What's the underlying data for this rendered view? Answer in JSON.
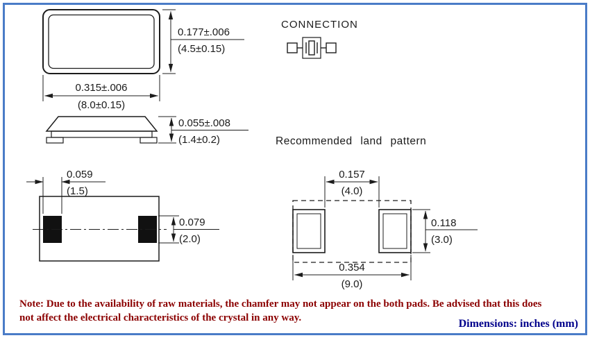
{
  "colors": {
    "border_blue": "#4a7cc7",
    "line_black": "#1c1c1c",
    "note_red": "#8b0000",
    "footer_navy": "#00008b",
    "pad_fill": "#111111"
  },
  "connection": {
    "title": "CONNECTION"
  },
  "land_pattern": {
    "title": "Recommended land pattern"
  },
  "top_view": {
    "height_in": "0.177±.006",
    "height_mm": "(4.5±0.15)",
    "width_in": "0.315±.006",
    "width_mm": "(8.0±0.15)"
  },
  "side_view": {
    "height_in": "0.055±.008",
    "height_mm": "(1.4±0.2)"
  },
  "bottom_view": {
    "pad_width_in": "0.059",
    "pad_width_mm": "(1.5)",
    "pad_height_in": "0.079",
    "pad_height_mm": "(2.0)"
  },
  "land_view": {
    "gap_in": "0.157",
    "gap_mm": "(4.0)",
    "pad_height_in": "0.118",
    "pad_height_mm": "(3.0)",
    "overall_in": "0.354",
    "overall_mm": "(9.0)"
  },
  "note": {
    "line1": "Note:  Due to the availability of raw materials, the chamfer may not appear on the both pads.  Be advised that this does",
    "line2": "not affect the electrical characteristics of the crystal in any way."
  },
  "footer": {
    "dimensions_label": "Dimensions: inches (mm)"
  }
}
